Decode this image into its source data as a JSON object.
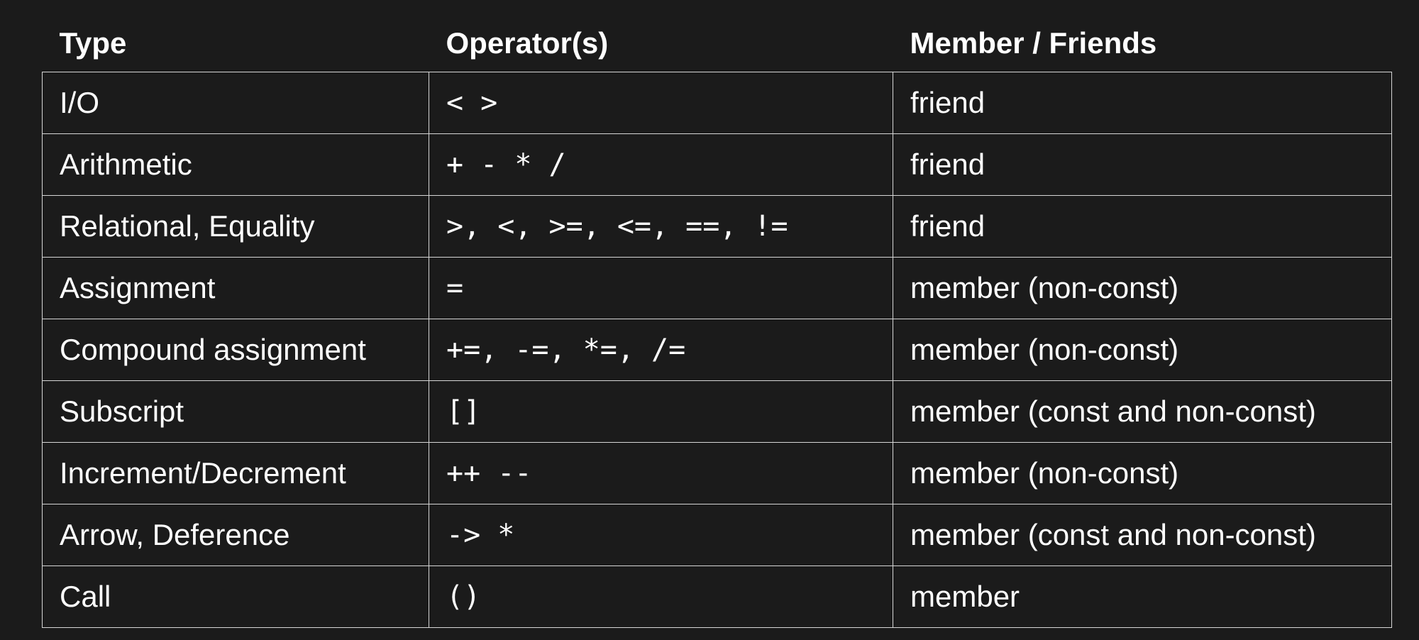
{
  "table": {
    "headers": [
      "Type",
      "Operator(s)",
      "Member / Friends"
    ],
    "rows": [
      {
        "type": "I/O",
        "operators": "< >",
        "member": "friend"
      },
      {
        "type": "Arithmetic",
        "operators": "+ - * /",
        "member": "friend"
      },
      {
        "type": "Relational, Equality",
        "operators": ">, <, >=, <=, ==, !=",
        "member": "friend"
      },
      {
        "type": "Assignment",
        "operators": "=",
        "member": "member (non-const)"
      },
      {
        "type": "Compound assignment",
        "operators": "+=, -=, *=, /=",
        "member": "member (non-const)"
      },
      {
        "type": "Subscript",
        "operators": "[]",
        "member": "member (const and non-const)"
      },
      {
        "type": "Increment/Decrement",
        "operators": "++ --",
        "member": "member (non-const)"
      },
      {
        "type": "Arrow, Deference",
        "operators": "-> *",
        "member": "member (const and non-const)"
      },
      {
        "type": "Call",
        "operators": "()",
        "member": "member"
      }
    ]
  }
}
